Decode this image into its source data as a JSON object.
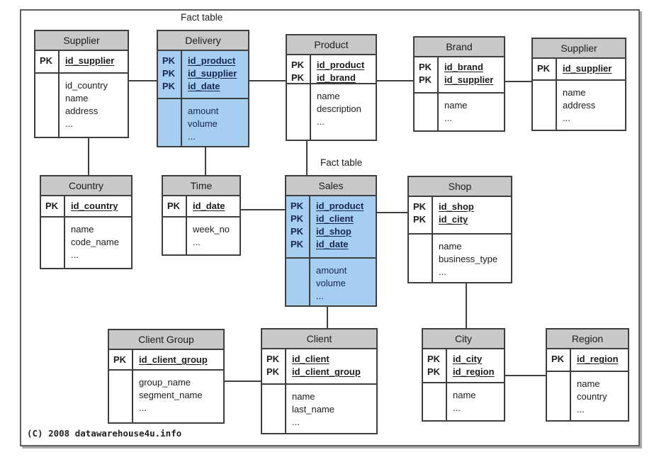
{
  "page": {
    "copyright": "(C) 2008 datawarehouse4u.info"
  },
  "labels": {
    "pk": "PK",
    "fact_table_delivery": "Fact table",
    "fact_table_sales": "Fact table"
  },
  "colors": {
    "fact_table_fill": "#a6cef0",
    "table_header_fill": "#c9c9c9",
    "border": "#3f3f3f",
    "background": "#ffffff"
  },
  "tables": {
    "supplier_left": {
      "title": "Supplier",
      "is_fact": false,
      "pk_fields": [
        "id_supplier"
      ],
      "fields": [
        "id_country",
        "name",
        "address",
        "..."
      ]
    },
    "delivery": {
      "title": "Delivery",
      "is_fact": true,
      "pk_fields": [
        "id_product",
        "id_supplier",
        "id_date"
      ],
      "fields": [
        "amount",
        "volume",
        "..."
      ]
    },
    "product": {
      "title": "Product",
      "is_fact": false,
      "pk_fields": [
        "id_product",
        "id_brand"
      ],
      "fields": [
        "name",
        "description",
        "..."
      ]
    },
    "brand": {
      "title": "Brand",
      "is_fact": false,
      "pk_fields": [
        "id_brand",
        "id_supplier"
      ],
      "fields": [
        "name",
        "..."
      ]
    },
    "supplier_right": {
      "title": "Supplier",
      "is_fact": false,
      "pk_fields": [
        "id_supplier"
      ],
      "fields": [
        "name",
        "address",
        "..."
      ]
    },
    "country": {
      "title": "Country",
      "is_fact": false,
      "pk_fields": [
        "id_country"
      ],
      "fields": [
        "name",
        "code_name",
        "..."
      ]
    },
    "time": {
      "title": "Time",
      "is_fact": false,
      "pk_fields": [
        "id_date"
      ],
      "fields": [
        "week_no",
        "..."
      ]
    },
    "sales": {
      "title": "Sales",
      "is_fact": true,
      "pk_fields": [
        "id_product",
        "id_client",
        "id_shop",
        "id_date"
      ],
      "fields": [
        "amount",
        "volume",
        "..."
      ]
    },
    "shop": {
      "title": "Shop",
      "is_fact": false,
      "pk_fields": [
        "id_shop",
        "id_city"
      ],
      "fields": [
        "name",
        "business_type",
        "..."
      ]
    },
    "client_group": {
      "title": "Client Group",
      "is_fact": false,
      "pk_fields": [
        "id_client_group"
      ],
      "fields": [
        "group_name",
        "segment_name",
        "..."
      ]
    },
    "client": {
      "title": "Client",
      "is_fact": false,
      "pk_fields": [
        "id_client",
        "id_client_group"
      ],
      "fields": [
        "name",
        "last_name",
        "..."
      ]
    },
    "city": {
      "title": "City",
      "is_fact": false,
      "pk_fields": [
        "id_city",
        "id_region"
      ],
      "fields": [
        "name",
        "..."
      ]
    },
    "region": {
      "title": "Region",
      "is_fact": false,
      "pk_fields": [
        "id_region"
      ],
      "fields": [
        "name",
        "country",
        "..."
      ]
    }
  },
  "connections": [
    {
      "from": "Supplier (left)",
      "to": "Delivery"
    },
    {
      "from": "Delivery",
      "to": "Product"
    },
    {
      "from": "Product",
      "to": "Brand"
    },
    {
      "from": "Brand",
      "to": "Supplier (right)"
    },
    {
      "from": "Supplier (left)",
      "to": "Country"
    },
    {
      "from": "Delivery",
      "to": "Time"
    },
    {
      "from": "Product",
      "to": "Sales"
    },
    {
      "from": "Time",
      "to": "Sales"
    },
    {
      "from": "Sales",
      "to": "Shop"
    },
    {
      "from": "Sales",
      "to": "Client"
    },
    {
      "from": "Shop",
      "to": "City"
    },
    {
      "from": "Client Group",
      "to": "Client"
    },
    {
      "from": "City",
      "to": "Region"
    }
  ]
}
